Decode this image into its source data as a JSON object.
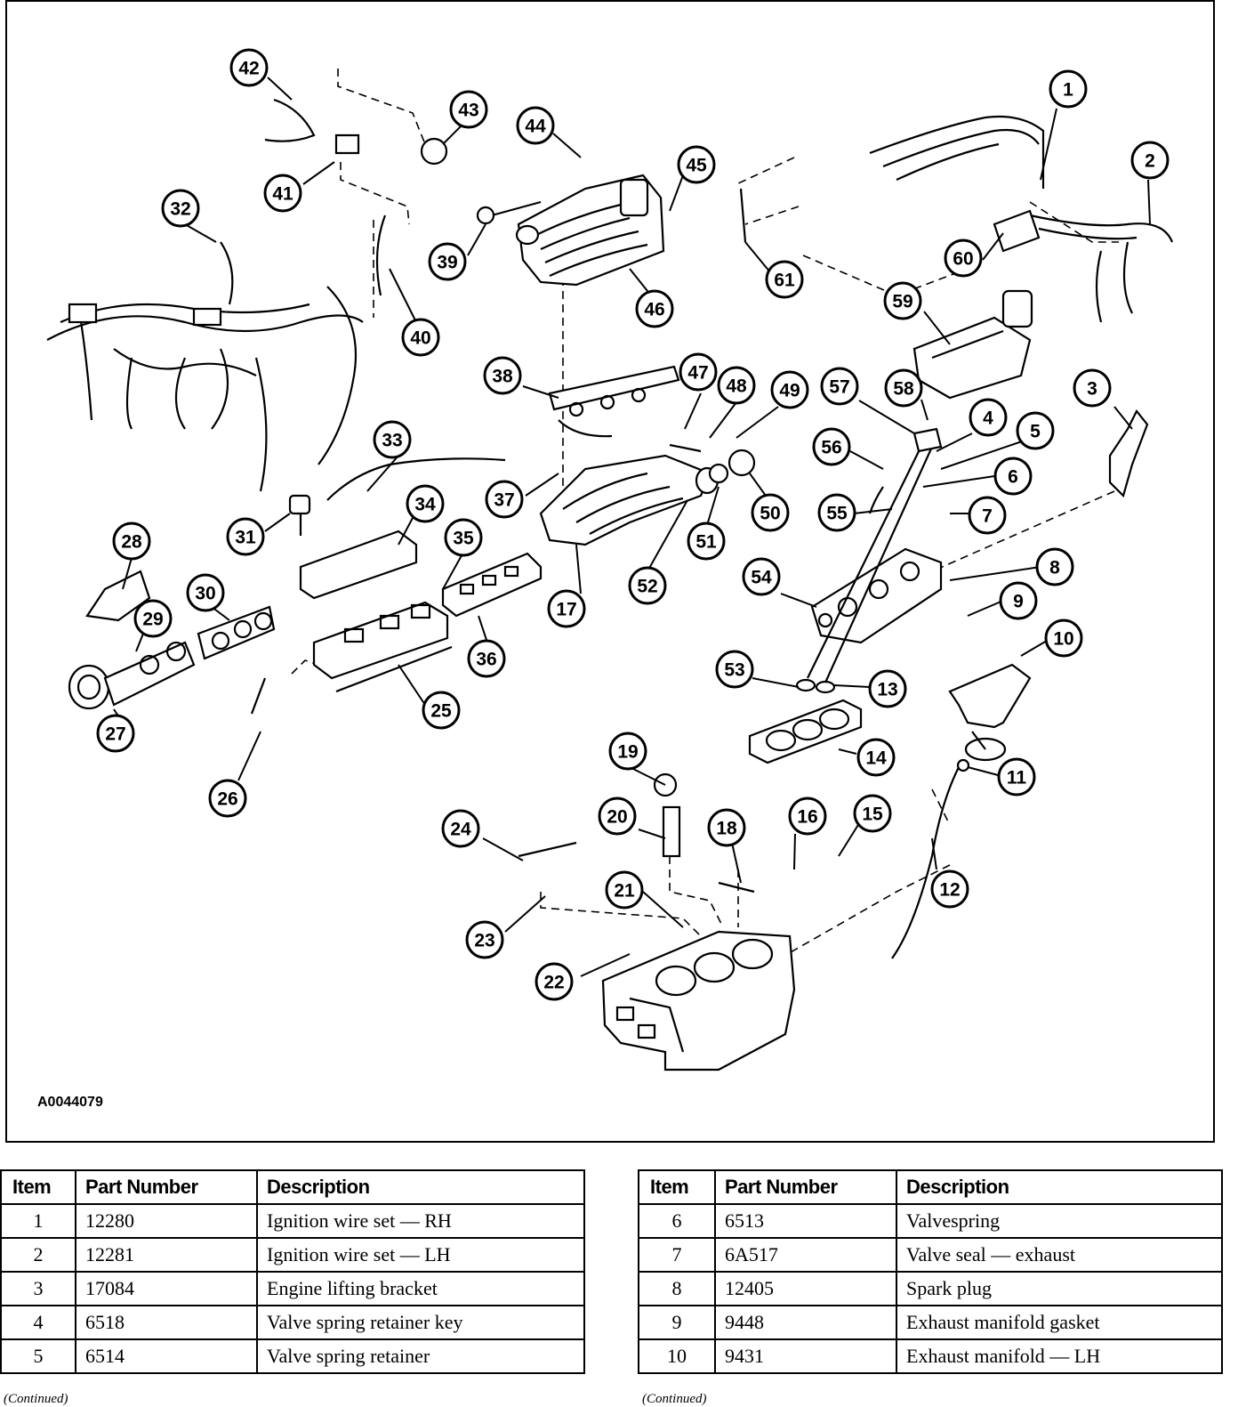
{
  "diagram": {
    "figure_id": "A0044079",
    "callouts": [
      "1",
      "2",
      "3",
      "4",
      "5",
      "6",
      "7",
      "8",
      "9",
      "10",
      "11",
      "12",
      "13",
      "14",
      "15",
      "16",
      "17",
      "18",
      "19",
      "20",
      "21",
      "22",
      "23",
      "24",
      "25",
      "26",
      "27",
      "28",
      "29",
      "30",
      "31",
      "32",
      "33",
      "34",
      "35",
      "36",
      "37",
      "38",
      "39",
      "40",
      "41",
      "42",
      "43",
      "44",
      "45",
      "46",
      "47",
      "48",
      "49",
      "50",
      "51",
      "52",
      "53",
      "54",
      "55",
      "56",
      "57",
      "58",
      "59",
      "60",
      "61"
    ]
  },
  "table_left": {
    "headers": {
      "item": "Item",
      "part_number": "Part Number",
      "description": "Description"
    },
    "rows": [
      {
        "item": "1",
        "part_number": "12280",
        "description": "Ignition wire set — RH"
      },
      {
        "item": "2",
        "part_number": "12281",
        "description": "Ignition wire set — LH"
      },
      {
        "item": "3",
        "part_number": "17084",
        "description": "Engine lifting bracket"
      },
      {
        "item": "4",
        "part_number": "6518",
        "description": "Valve spring retainer key"
      },
      {
        "item": "5",
        "part_number": "6514",
        "description": "Valve spring retainer"
      }
    ],
    "note": "(Continued)"
  },
  "table_right": {
    "headers": {
      "item": "Item",
      "part_number": "Part Number",
      "description": "Description"
    },
    "rows": [
      {
        "item": "6",
        "part_number": "6513",
        "description": "Valvespring"
      },
      {
        "item": "7",
        "part_number": "6A517",
        "description": "Valve seal — exhaust"
      },
      {
        "item": "8",
        "part_number": "12405",
        "description": "Spark plug"
      },
      {
        "item": "9",
        "part_number": "9448",
        "description": "Exhaust manifold gasket"
      },
      {
        "item": "10",
        "part_number": "9431",
        "description": "Exhaust manifold — LH"
      }
    ],
    "note": "(Continued)"
  }
}
